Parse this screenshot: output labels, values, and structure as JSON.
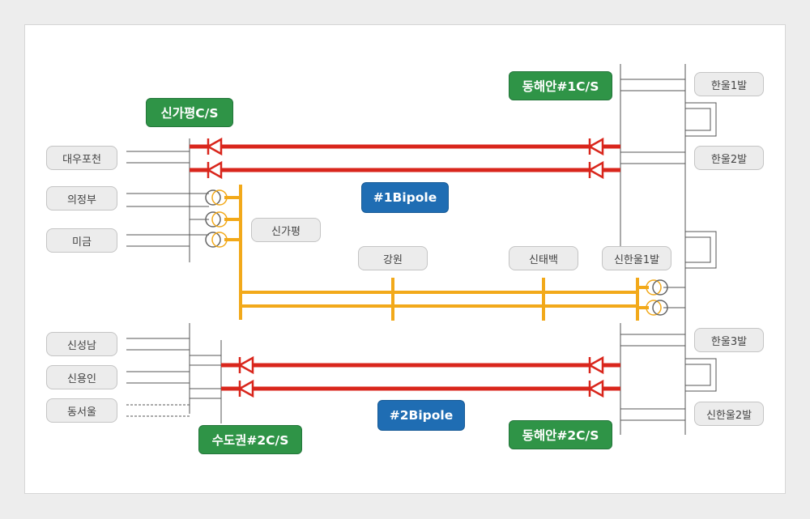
{
  "stations": {
    "singapyeong_cs": "신가평C/S",
    "donghaean1_cs": "동해안#1C/S",
    "sudogwon2_cs": "수도권#2C/S",
    "donghaean2_cs": "동해안#2C/S"
  },
  "bipoles": {
    "bipole1": "#1Bipole",
    "bipole2": "#2Bipole"
  },
  "left_nodes": {
    "daewoo": "대우포천",
    "uijeongbu": "의정부",
    "migeum": "미금",
    "sinseongnam": "신성남",
    "sinyongin": "신용인",
    "dongseoul": "동서울"
  },
  "right_nodes": {
    "hanul1": "한울1발",
    "hanul2": "한울2발",
    "hanul3": "한울3발",
    "sinhanul2": "신한울2발"
  },
  "middle_nodes": {
    "singapyeong": "신가평",
    "gangwon": "강원",
    "sintaebaek": "신태백",
    "sinhanul1": "신한울1발"
  },
  "colors": {
    "hvdc_line": "#d9261c",
    "ac_line": "#f2a91a",
    "station_green": "#2f9447",
    "bipole_blue": "#1f6db3",
    "wire": "#555555"
  }
}
